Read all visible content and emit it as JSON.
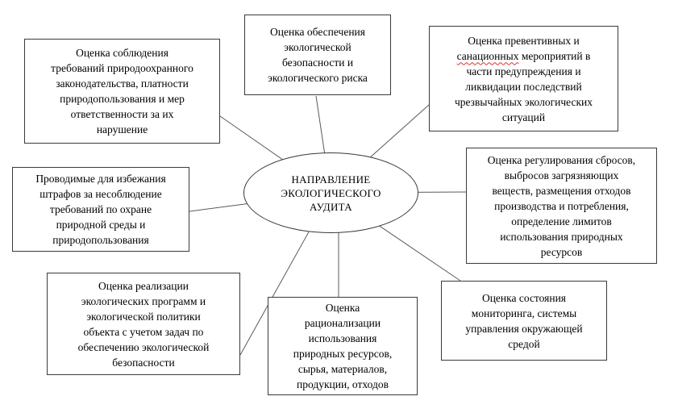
{
  "diagram": {
    "center": {
      "label": "НАПРАВЛЕНИЕ\nЭКОЛОГИЧЕСКОГО\nАУДИТА"
    },
    "nodes": [
      {
        "id": "top-left",
        "text": "Оценка соблюдения\nтребований природоохранного\nзаконодательства, платности\nприродопользования и мер\nответственности за их\nнарушение"
      },
      {
        "id": "top-center",
        "text": "Оценка обеспечения\nэкологической\nбезопасности и\nэкологического риска"
      },
      {
        "id": "top-right",
        "parts": [
          "Оценка превентивных и\n",
          "санационных",
          " мероприятий в\nчасти предупреждения и\nликвидации последствий\nчрезвычайных экологических\nситуаций"
        ]
      },
      {
        "id": "right",
        "text": "Оценка регулирования сбросов,\nвыбросов загрязняющих\nвеществ, размещения отходов\nпроизводства и потребления,\nопределение лимитов\nиспользования природных\nресурсов"
      },
      {
        "id": "left",
        "text": "Проводимые для избежания\nштрафов за несоблюдение\nтребований по охране\nприродной среды и\nприродопользования"
      },
      {
        "id": "bottom-left",
        "text": "Оценка реализации\nэкологических программ и\nэкологической политики\nобъекта с учетом задач по\nобеспечению экологической\nбезопасности"
      },
      {
        "id": "bottom-center",
        "text": "Оценка\nрационализации\nиспользования\nприродных ресурсов,\nсырья, материалов,\nпродукции, отходов"
      },
      {
        "id": "bottom-right",
        "text": "Оценка состояния\nмониторинга, системы\nуправления окружающей\nсредой"
      }
    ],
    "colors": {
      "background": "#ffffff",
      "box_border": "#3a3a3a",
      "connector_line": "#5a5a5a",
      "text": "#000000",
      "spellcheck_underline": "#e03030"
    }
  }
}
